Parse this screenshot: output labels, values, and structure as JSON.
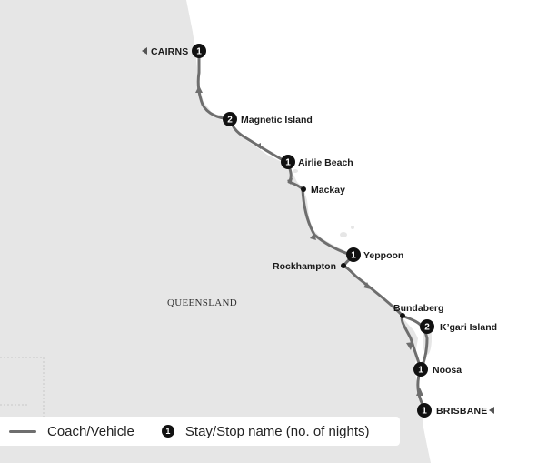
{
  "region_label": "QUEENSLAND",
  "stops": [
    {
      "id": "cairns",
      "name": "CAIRNS",
      "nights": "1",
      "endpoint": true
    },
    {
      "id": "magnetic-island",
      "name": "Magnetic Island",
      "nights": "2"
    },
    {
      "id": "airlie-beach",
      "name": "Airlie Beach",
      "nights": "1"
    },
    {
      "id": "mackay",
      "name": "Mackay",
      "nights": null
    },
    {
      "id": "yeppoon",
      "name": "Yeppoon",
      "nights": "1"
    },
    {
      "id": "rockhampton",
      "name": "Rockhampton",
      "nights": null
    },
    {
      "id": "bundaberg",
      "name": "Bundaberg",
      "nights": null
    },
    {
      "id": "kgari-island",
      "name": "K’gari Island",
      "nights": "2"
    },
    {
      "id": "noosa",
      "name": "Noosa",
      "nights": "1"
    },
    {
      "id": "brisbane",
      "name": "BRISBANE",
      "nights": "1",
      "endpoint": true
    }
  ],
  "legend": {
    "route_label": "Coach/Vehicle",
    "stop_marker": "1",
    "stop_label": "Stay/Stop name (no. of nights)"
  },
  "colors": {
    "land": "#e6e6e6",
    "sea": "#ffffff",
    "route": "#6e6e6e",
    "marker": "#111111"
  }
}
